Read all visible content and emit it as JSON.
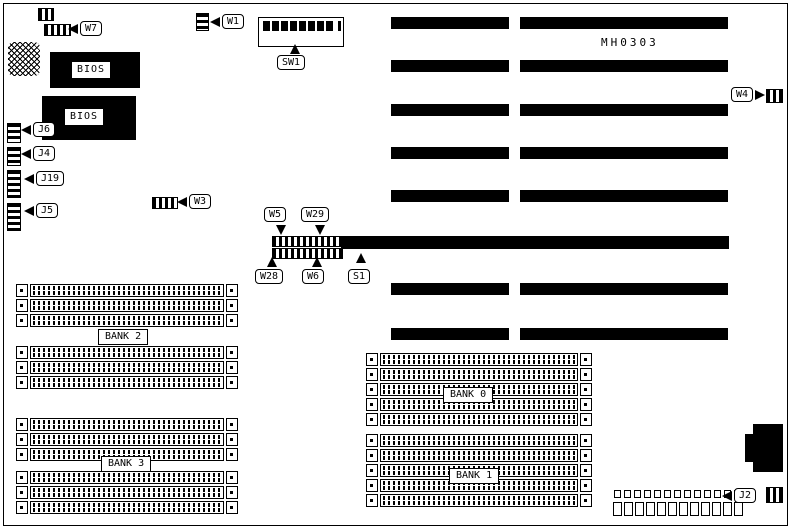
{
  "board": {
    "part_number": "MH0303"
  },
  "chips": {
    "bios_top": {
      "label": "BIOS"
    },
    "bios_bottom": {
      "label": "BIOS"
    }
  },
  "callouts": {
    "w1": {
      "label": "W1"
    },
    "w3": {
      "label": "W3"
    },
    "w4": {
      "label": "W4"
    },
    "w5": {
      "label": "W5"
    },
    "w6": {
      "label": "W6"
    },
    "w7": {
      "label": "W7"
    },
    "w28": {
      "label": "W28"
    },
    "w29": {
      "label": "W29"
    },
    "sw1": {
      "label": "SW1"
    },
    "s1": {
      "label": "S1"
    },
    "j2": {
      "label": "J2"
    },
    "j4": {
      "label": "J4"
    },
    "j5": {
      "label": "J5"
    },
    "j6": {
      "label": "J6"
    },
    "j19": {
      "label": "J19"
    }
  },
  "banks": {
    "bank0": {
      "label": "BANK 0"
    },
    "bank1": {
      "label": "BANK 1"
    },
    "bank2": {
      "label": "BANK 2"
    },
    "bank3": {
      "label": "BANK 3"
    }
  }
}
